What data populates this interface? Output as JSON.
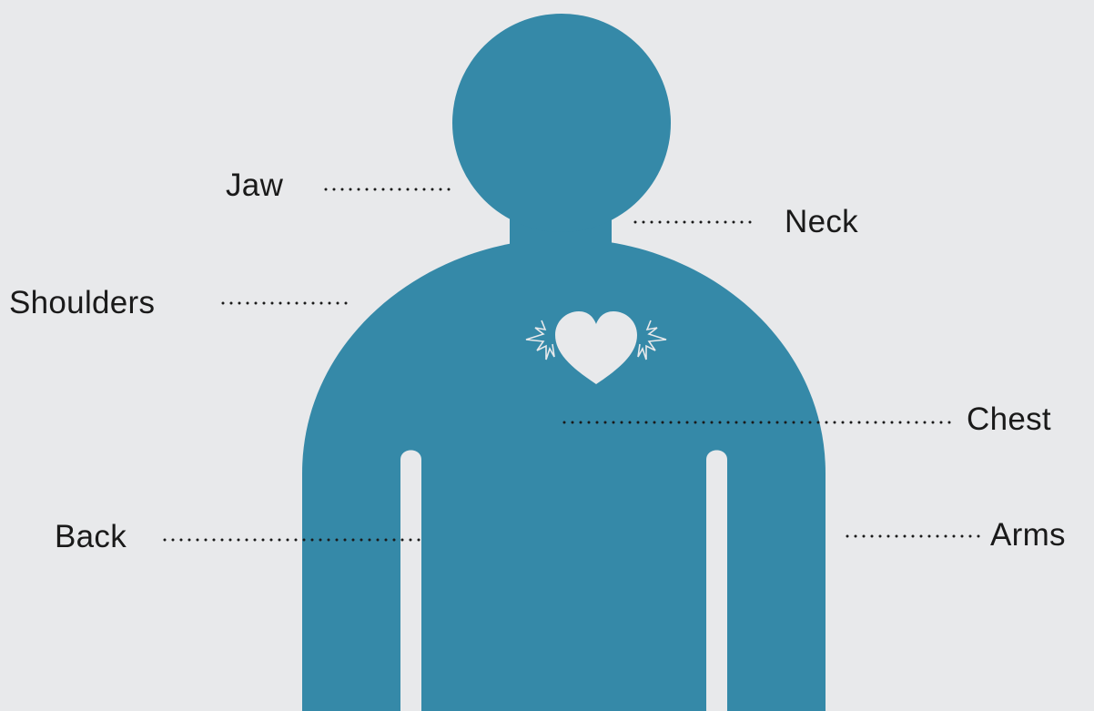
{
  "diagram": {
    "figure_color": "#3589a8",
    "background_color": "#e8e9eb",
    "heart_color": "#e8e9eb",
    "leader_color": "#1a1a1a",
    "labels": {
      "jaw": "Jaw",
      "neck": "Neck",
      "shoulders": "Shoulders",
      "chest": "Chest",
      "back": "Back",
      "arms": "Arms"
    }
  }
}
